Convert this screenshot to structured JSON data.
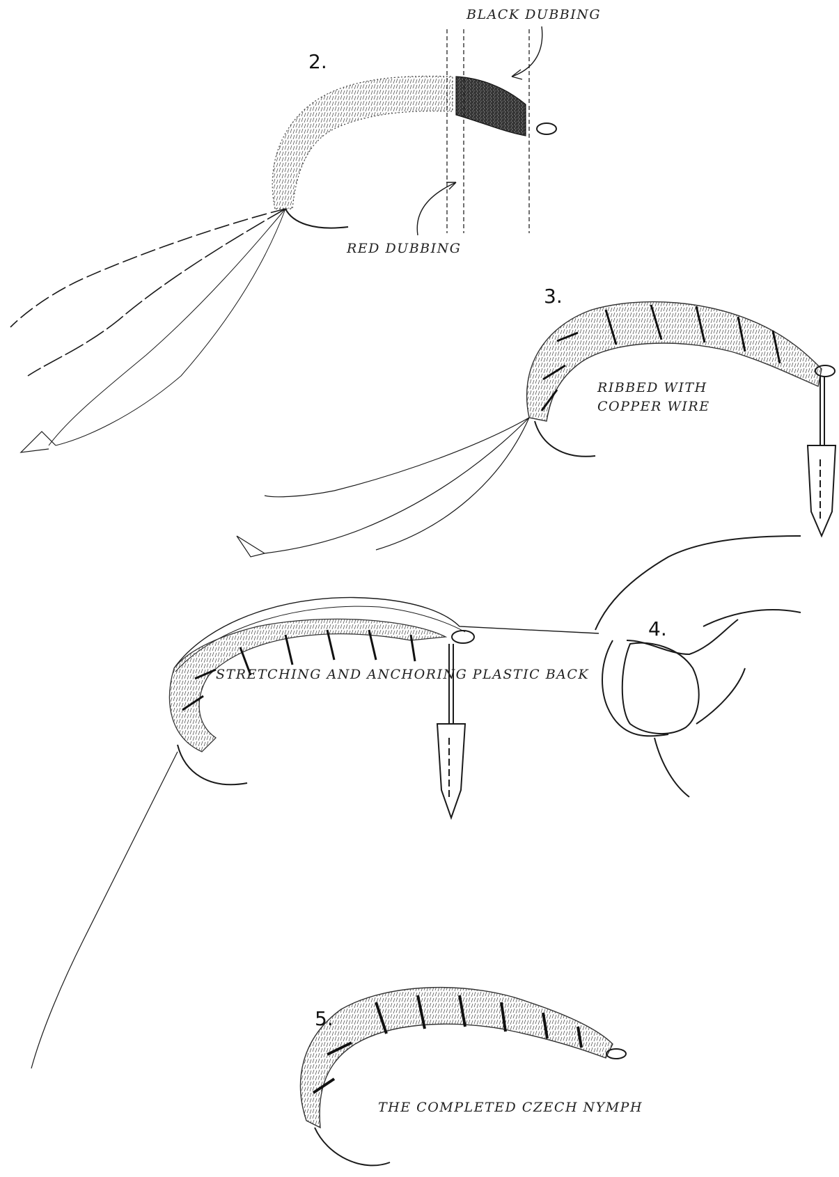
{
  "steps": [
    {
      "number": "2.",
      "labels": {
        "black_dubbing": "BLACK DUBBING",
        "red_dubbing": "RED DUBBING"
      }
    },
    {
      "number": "3.",
      "labels": {
        "ribbed_line1": "RIBBED WITH",
        "ribbed_line2": "COPPER WIRE"
      }
    },
    {
      "number": "4.",
      "labels": {
        "stretching": "STRETCHING AND ANCHORING PLASTIC BACK"
      }
    },
    {
      "number": "5.",
      "labels": {
        "completed": "THE COMPLETED CZECH NYMPH"
      }
    }
  ],
  "colors": {
    "ink": "#1a1a1a",
    "background": "#ffffff"
  }
}
